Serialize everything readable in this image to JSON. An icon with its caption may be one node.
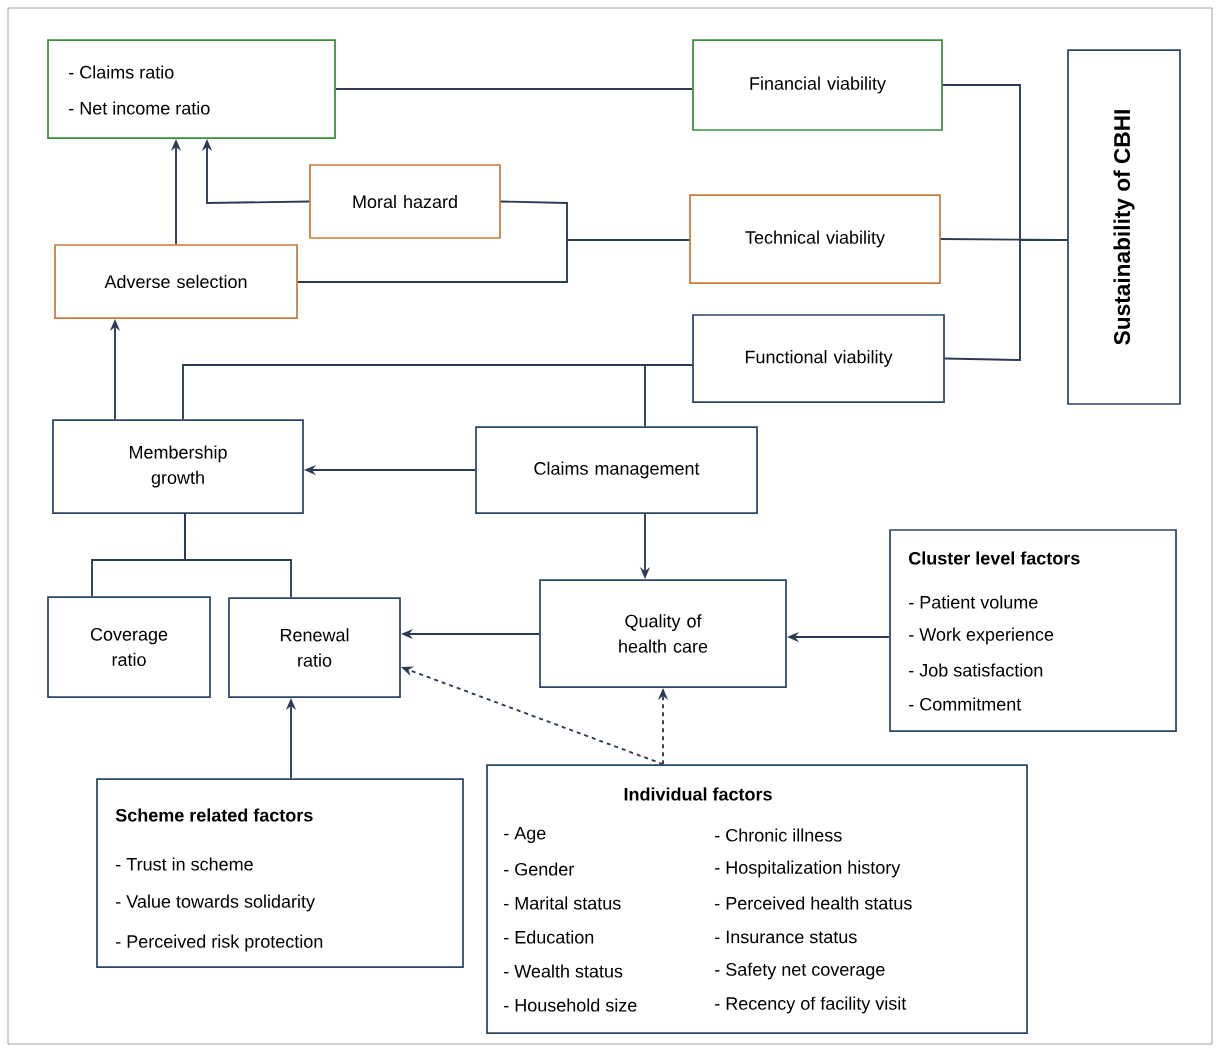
{
  "diagram": {
    "nodes": [
      {
        "text": [
          "- Claims ratio",
          "- Net income ratio"
        ]
      },
      {
        "text": [
          "Financial viability"
        ]
      },
      {
        "text": [
          "Sustainability of CBHI"
        ]
      },
      {
        "text": [
          "Moral hazard"
        ]
      },
      {
        "text": [
          "Technical viability"
        ]
      },
      {
        "text": [
          "Adverse selection"
        ]
      },
      {
        "text": [
          "Functional viability"
        ]
      },
      {
        "text": [
          "Membership growth"
        ]
      },
      {
        "text": [
          "Claims management"
        ]
      },
      {
        "text": [
          "Cluster level factors",
          "- Patient volume",
          "- Work experience",
          "- Job satisfaction",
          "- Commitment"
        ]
      },
      {
        "text": [
          "Coverage ratio"
        ]
      },
      {
        "text": [
          "Renewal ratio"
        ]
      },
      {
        "text": [
          "Quality of health care"
        ]
      },
      {
        "text": [
          "Scheme related factors",
          "- Trust in scheme",
          "- Value towards solidarity",
          "- Perceived risk protection"
        ]
      },
      {
        "text": [
          "Individual factors",
          "- Age",
          "- Gender",
          "- Marital status",
          "- Education",
          "- Wealth status",
          "- Household size",
          "- Chronic illness",
          "- Hospitalization history",
          "- Perceived health status",
          "- Insurance status",
          "- Safety net coverage",
          "- Recency of facility visit"
        ]
      }
    ],
    "edges": [
      {
        "from": 0,
        "to": 1,
        "arrow": "none"
      },
      {
        "from": 1,
        "to": 2,
        "arrow": "none"
      },
      {
        "from": 4,
        "to": 2,
        "arrow": "none"
      },
      {
        "from": 6,
        "to": 2,
        "arrow": "none"
      },
      {
        "from": 3,
        "to": 0,
        "arrow": "to"
      },
      {
        "from": 5,
        "to": 0,
        "arrow": "to"
      },
      {
        "from": 3,
        "to": 4,
        "arrow": "none"
      },
      {
        "from": 5,
        "to": 4,
        "arrow": "none"
      },
      {
        "from": 7,
        "to": 5,
        "arrow": "to"
      },
      {
        "from": 7,
        "to": 6,
        "arrow": "none"
      },
      {
        "from": 8,
        "to": 6,
        "arrow": "none"
      },
      {
        "from": 8,
        "to": 7,
        "arrow": "to"
      },
      {
        "from": 8,
        "to": 12,
        "arrow": "to"
      },
      {
        "from": 10,
        "to": 7,
        "arrow": "none"
      },
      {
        "from": 11,
        "to": 7,
        "arrow": "none"
      },
      {
        "from": 12,
        "to": 11,
        "arrow": "to"
      },
      {
        "from": 9,
        "to": 12,
        "arrow": "to"
      },
      {
        "from": 13,
        "to": 11,
        "arrow": "to"
      },
      {
        "from": 14,
        "to": 11,
        "arrow": "to",
        "style": "dashed"
      },
      {
        "from": 14,
        "to": 12,
        "arrow": "to",
        "style": "dashed"
      }
    ]
  }
}
